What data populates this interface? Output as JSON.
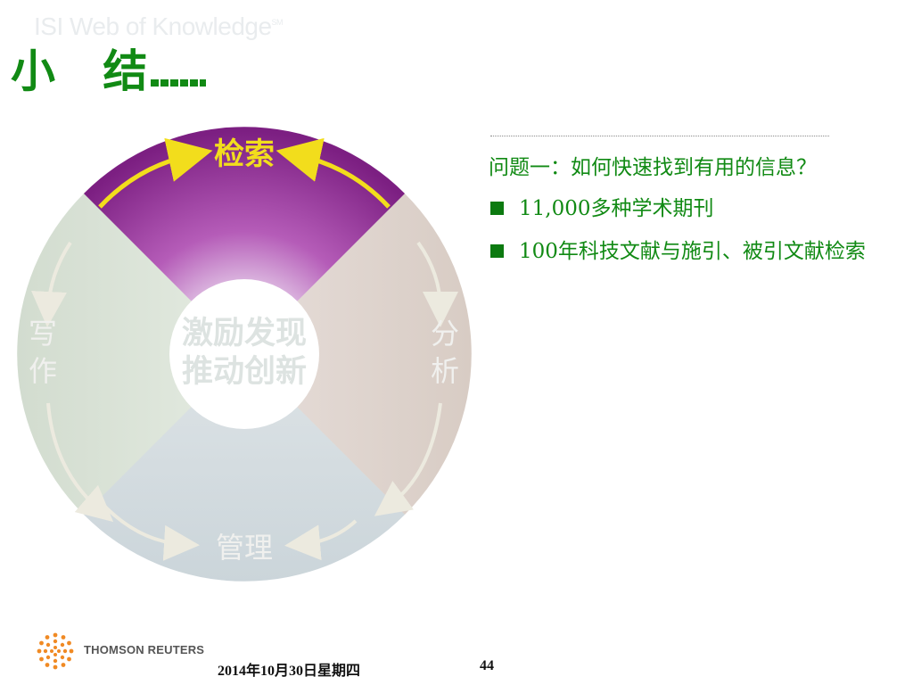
{
  "header": {
    "watermark": "ISI Web of Knowledge",
    "watermark_mark": "SM",
    "title": "小 结"
  },
  "diagram": {
    "center_line1": "激励发现",
    "center_line2": "推动创新",
    "segment_top": "检索",
    "segment_right": [
      "分",
      "析"
    ],
    "segment_bottom": "管理",
    "segment_left": [
      "写",
      "作"
    ],
    "colors": {
      "highlight": "#8a2a8c",
      "arrow": "#f2dd1c",
      "faded_text": "#f0f0ee"
    }
  },
  "content": {
    "question": "问题一：如何快速找到有用的信息？",
    "bullets": [
      "11,000多种学术期刊",
      "100年科技文献与施引、被引文献检索"
    ]
  },
  "footer": {
    "brand": "THOMSON REUTERS",
    "date": "2014年10月30日星期四",
    "page": "44"
  }
}
